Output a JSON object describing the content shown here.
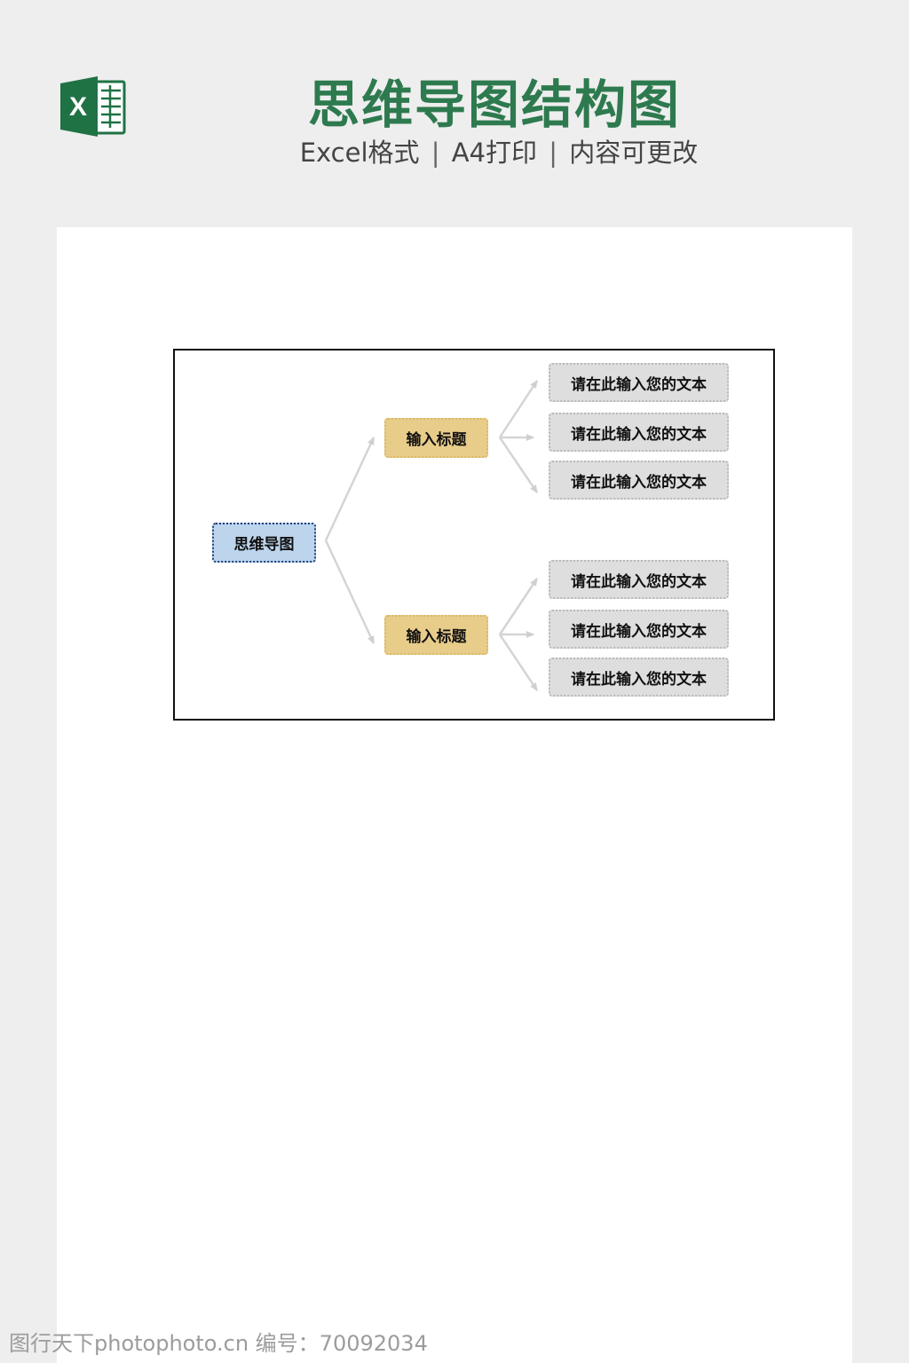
{
  "header": {
    "title": "思维导图结构图",
    "subtitle_parts": [
      "Excel格式",
      "A4打印",
      "内容可更改"
    ],
    "separator": "|"
  },
  "brand_colors": {
    "title": "#2e7a4f",
    "excel_green": "#1f7244",
    "root_fill": "#bcd4ec",
    "topic_fill": "#e8cc8a",
    "leaf_fill": "#dedede"
  },
  "mindmap": {
    "root": {
      "label": "思维导图"
    },
    "branches": [
      {
        "label": "输入标题",
        "leaves": [
          "请在此输入您的文本",
          "请在此输入您的文本",
          "请在此输入您的文本"
        ]
      },
      {
        "label": "输入标题",
        "leaves": [
          "请在此输入您的文本",
          "请在此输入您的文本",
          "请在此输入您的文本"
        ]
      }
    ]
  },
  "watermark": {
    "text": "图行天下photophoto.cn  编号：70092034"
  },
  "icons": {
    "logo": "excel-logo-icon"
  }
}
